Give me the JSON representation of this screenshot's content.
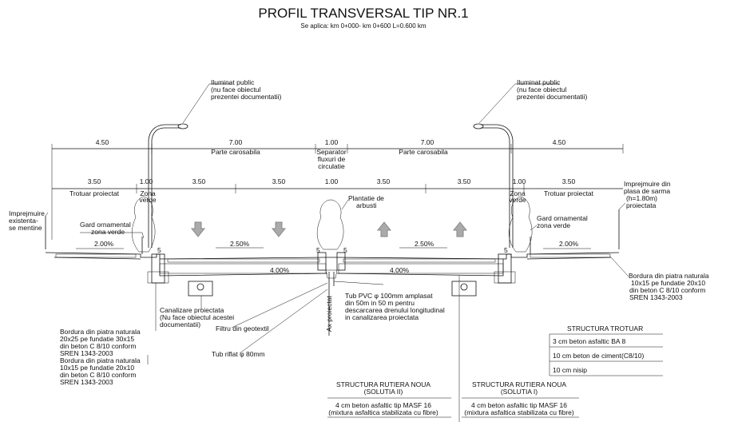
{
  "title": "PROFIL TRANSVERSAL TIP  NR.1",
  "subtitle": "Se aplica: km 0+000- km 0+600  L=0.600 km",
  "dimensions": {
    "top": [
      "4.50",
      "7.00",
      "1.00",
      "7.00",
      "4.50"
    ],
    "second": [
      "3.50",
      "1.00",
      "3.50",
      "3.50",
      "1.00",
      "3.50",
      "3.50",
      "1.00",
      "3.50"
    ],
    "slopes": [
      "2.00%",
      "2.50%",
      "2.50%",
      "2.00%"
    ],
    "layer_pct": [
      "4.00%",
      "4.00%"
    ]
  },
  "labels": {
    "lighting_left": [
      "Iluminat public",
      "(nu face obiectul",
      "prezentei documentatii)"
    ],
    "lighting_right": [
      "Iluminat public",
      "(nu face obiectul",
      "prezentei documentatii)"
    ],
    "carriageway_left": "Parte carosabila",
    "carriageway_right": "Parte carosabila",
    "separator": [
      "Separator",
      "fluxuri de",
      "circulatie"
    ],
    "sidewalk_left": "Trotuar proiectat",
    "green_left": [
      "Zona",
      "verde"
    ],
    "green_right": [
      "Zona",
      "verde"
    ],
    "sidewalk_right": "Trotuar proiectat",
    "fence_right": [
      "Imprejmuire din",
      "plasa de sarma",
      "(h=1.80m)",
      "proiectata"
    ],
    "fence_left": [
      "Imprejmuire",
      "existenta-",
      "se mentine"
    ],
    "shrubs": [
      "Plantatie de",
      "arbusti"
    ],
    "gard_left": [
      "Gard ornamental",
      "zona verde"
    ],
    "gard_right": [
      "Gard ornamental",
      "zona verde"
    ],
    "bordura_right": [
      "Bordura din piatra naturala",
      "10x15 pe fundatie 20x10",
      "din beton C 8/10 conform",
      "SREN 1343-2003"
    ],
    "canalizare": [
      "Canalizare proiectata",
      "(Nu face obiectul acestei",
      "documentatii)"
    ],
    "tub_pvc": [
      "Tub PVC φ 100mm amplasat",
      "din 50m in 50 m pentru",
      "descarcarea drenului longitudinal",
      "in canalizarea proiectata"
    ],
    "ax": "Ax proiectat",
    "filtru": "Filtru din geotextil",
    "tub_riflat": "Tub riflat φ 80mm",
    "bordura_left1": [
      "Bordura din piatra naturala",
      "20x25 pe fundatie 30x15",
      "din beton C 8/10 conform",
      "SREN 1343-2003"
    ],
    "bordura_left2": [
      "Bordura din piatra naturala",
      "10x15 pe fundatie 20x10",
      "din beton C 8/10 conform",
      "SREN 1343-2003"
    ],
    "curb_marks": [
      "5",
      "5",
      "5",
      "5"
    ]
  },
  "structura_trotuar": {
    "title": "STRUCTURA TROTUAR",
    "layers": [
      "3 cm beton asfaltic BA 8",
      "10 cm beton de ciment(C8/10)",
      "10 cm nisip"
    ]
  },
  "structura_ii": {
    "title": [
      "STRUCTURA RUTIERA NOUA",
      "(SOLUTIA II)"
    ],
    "layers": [
      "4 cm beton asfaltic tip MASF 16",
      "(mixtura asfaltica stabilizata cu fibre)"
    ]
  },
  "structura_i": {
    "title": [
      "STRUCTURA RUTIERA NOUA",
      "(SOLUTIA I)"
    ],
    "layers": [
      "4 cm beton asfaltic tip MASF 16",
      "(mixtura asfaltica stabilizata cu fibre)"
    ]
  }
}
